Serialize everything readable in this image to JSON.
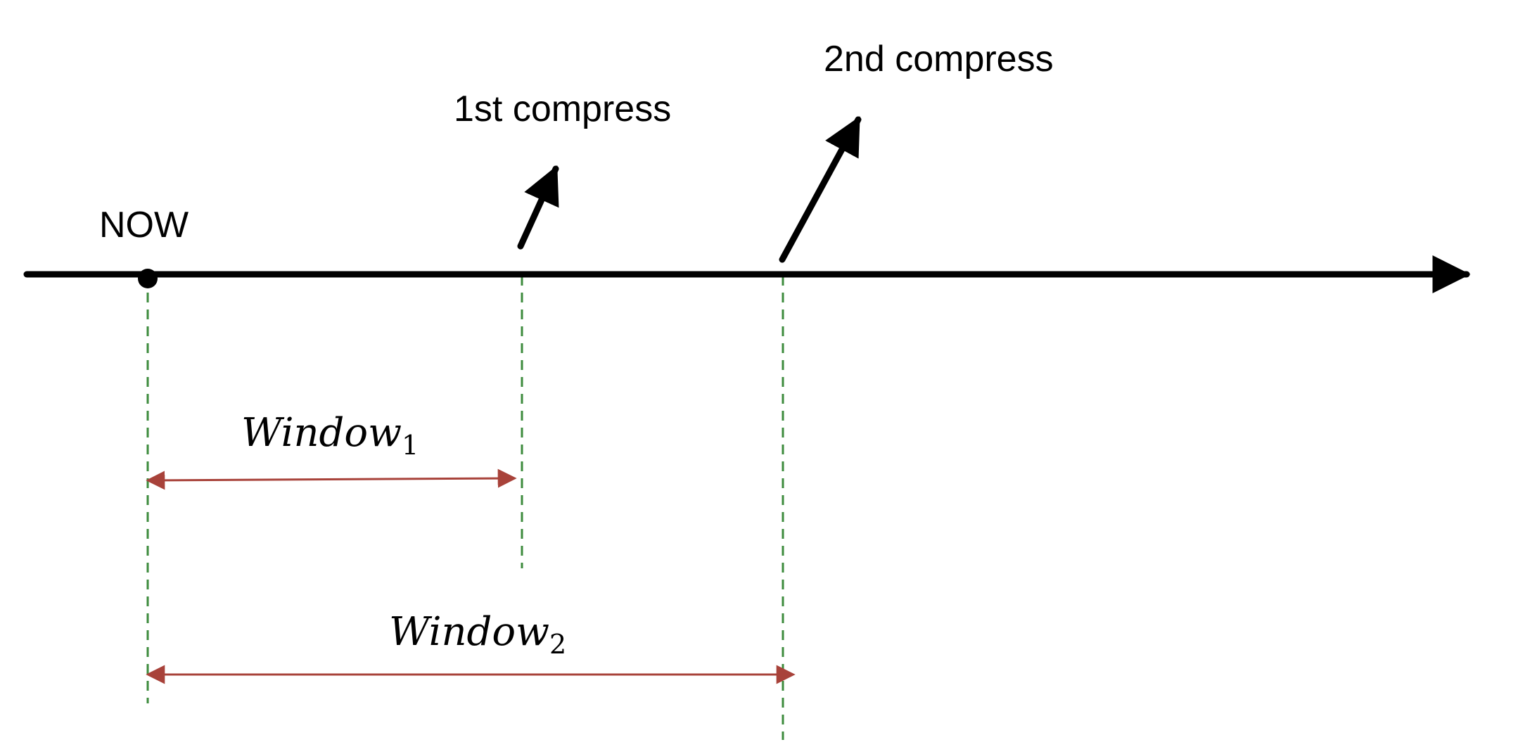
{
  "labels": {
    "now": "NOW",
    "first_compress": "1st compress",
    "second_compress": "2nd compress",
    "window1_base": "Window",
    "window1_sub": "1",
    "window2_base": "Window",
    "window2_sub": "2"
  },
  "colors": {
    "timeline": "#000000",
    "guide": "#3d8b3d",
    "window_arrow": "#a8423a"
  }
}
